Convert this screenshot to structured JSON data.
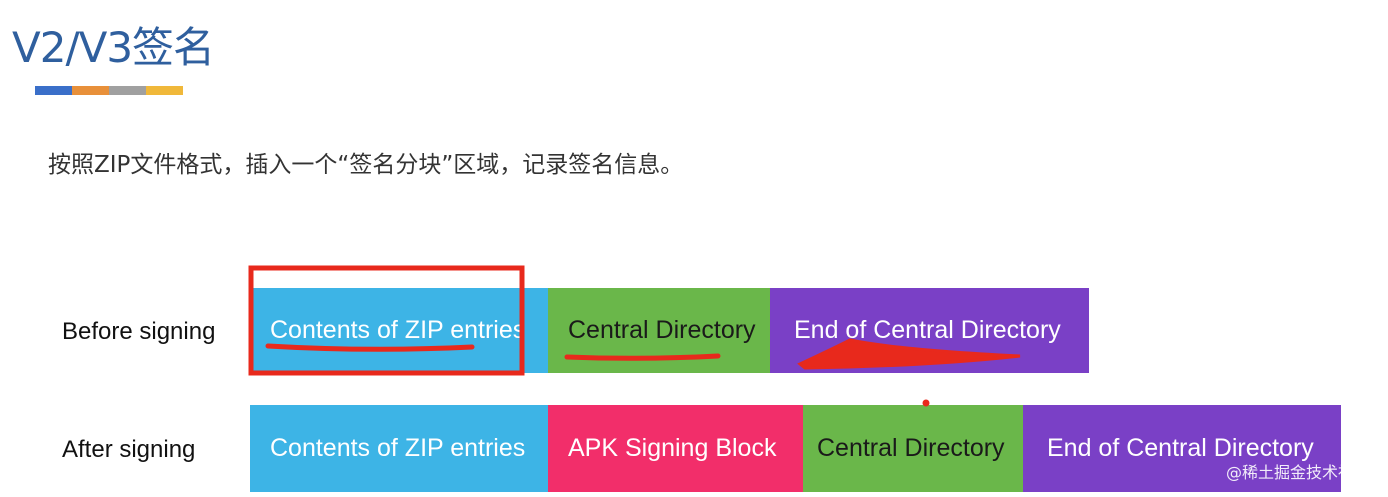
{
  "title": "V2/V3签名",
  "title_bar_colors": [
    "#3a6fc9",
    "#e8903a",
    "#a0a0a0",
    "#f0b83a"
  ],
  "subtitle": "按照ZIP文件格式，插入一个“签名分块”区域，记录签名信息。",
  "colors": {
    "blue": "#3db4e6",
    "green": "#6ab74a",
    "purple": "#7a40c6",
    "pink": "#f22e6a",
    "annotation": "#e8291c"
  },
  "before": {
    "label": "Before signing",
    "segments": [
      {
        "text": "Contents of ZIP entries",
        "color": "blue"
      },
      {
        "text": "Central Directory",
        "color": "green"
      },
      {
        "text": "End of Central Directory",
        "color": "purple"
      }
    ]
  },
  "after": {
    "label": "After signing",
    "segments": [
      {
        "text": "Contents of ZIP entries",
        "color": "blue"
      },
      {
        "text": "APK Signing Block",
        "color": "pink"
      },
      {
        "text": "Central Directory",
        "color": "green"
      },
      {
        "text": "End of Central Directory",
        "color": "purple"
      }
    ]
  },
  "watermark": "@稀土掘金技术社区"
}
